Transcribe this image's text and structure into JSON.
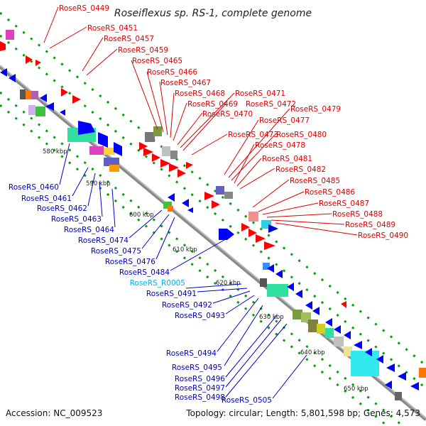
{
  "title": "Roseiflexus sp. RS-1, complete genome",
  "accession": "Accession: NC_009523",
  "topology": "Topology: circular; Length: 5,801,598 bp; Genes: 4,573",
  "colors": {
    "forward_label": "#e00000",
    "reverse_label": "#0000cc",
    "rna_label": "#00b4e0",
    "backbone": "#8a8a8a",
    "forward_gene": "#ff0000",
    "reverse_gene": "#0000ff",
    "tick": "#00a000"
  },
  "scale": {
    "ticks": [
      "580 kbp",
      "590 kbp",
      "600 kbp",
      "610 kbp",
      "620 kbp",
      "630 kbp",
      "640 kbp",
      "650 kbp"
    ]
  },
  "forward_genes": [
    "RoseRS_0449",
    "RoseRS_0451",
    "RoseRS_0457",
    "RoseRS_0459",
    "RoseRS_0465",
    "RoseRS_0466",
    "RoseRS_0467",
    "RoseRS_0468",
    "RoseRS_0469",
    "RoseRS_0470",
    "RoseRS_0471",
    "RoseRS_0472",
    "RoseRS_0473",
    "RoseRS_0477",
    "RoseRS_0479",
    "RoseRS_0480",
    "RoseRS_0478",
    "RoseRS_0481",
    "RoseRS_0482",
    "RoseRS_0485",
    "RoseRS_0486",
    "RoseRS_0487",
    "RoseRS_0488",
    "RoseRS_0489",
    "RoseRS_0490"
  ],
  "reverse_genes": [
    "RoseRS_0460",
    "RoseRS_0461",
    "RoseRS_0462",
    "RoseRS_0463",
    "RoseRS_0464",
    "RoseRS_0474",
    "RoseRS_0475",
    "RoseRS_0476",
    "RoseRS_0484",
    "RoseRS_R0005",
    "RoseRS_0491",
    "RoseRS_0492",
    "RoseRS_0493",
    "RoseRS_0494",
    "RoseRS_0495",
    "RoseRS_0496",
    "RoseRS_0497",
    "RoseRS_0498",
    "RoseRS_0505"
  ]
}
